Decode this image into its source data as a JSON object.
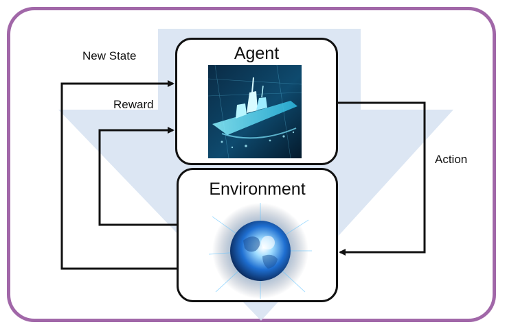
{
  "diagram": {
    "agent": {
      "title": "Agent",
      "image_icon": "battleship-icon"
    },
    "environment": {
      "title": "Environment",
      "image_icon": "earth-orb-icon"
    },
    "edges": {
      "new_state": "New State",
      "reward": "Reward",
      "action": "Action"
    }
  },
  "colors": {
    "frame_border": "#a167a8",
    "background_arrow": "#d6e2f1",
    "box_border": "#111111",
    "connector": "#111111"
  }
}
